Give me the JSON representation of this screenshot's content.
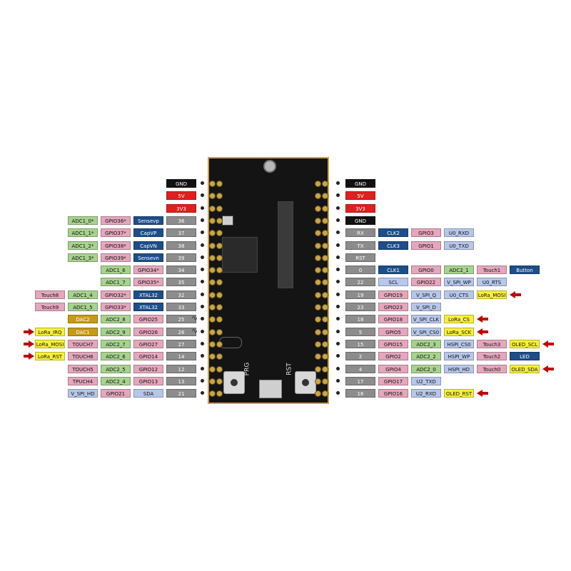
{
  "colors": {
    "black": "#111111",
    "red": "#e01f1f",
    "green": "#a8d28f",
    "pink": "#e4a7bd",
    "blue": "#1d4e89",
    "gray": "#8c8c8c",
    "lightblue": "#b7c7ea",
    "yellow": "#f7f03a",
    "olive": "#c79a16",
    "arrow": "#c00000"
  },
  "left_rows": [
    {
      "labels": [
        {
          "text": "GND",
          "c": "black"
        }
      ]
    },
    {
      "labels": [
        {
          "text": "5V",
          "c": "red"
        }
      ]
    },
    {
      "labels": [
        {
          "text": "3V3",
          "c": "red"
        }
      ]
    },
    {
      "labels": [
        {
          "text": "ADC1_0*",
          "c": "green"
        },
        {
          "text": "GPIO36*",
          "c": "pink"
        },
        {
          "text": "Sensevp",
          "c": "blue"
        },
        {
          "text": "36",
          "c": "gray"
        }
      ]
    },
    {
      "labels": [
        {
          "text": "ADC1_1*",
          "c": "green"
        },
        {
          "text": "GPIO37*",
          "c": "pink"
        },
        {
          "text": "CapVP",
          "c": "blue"
        },
        {
          "text": "37",
          "c": "gray"
        }
      ]
    },
    {
      "labels": [
        {
          "text": "ADC1_2*",
          "c": "green"
        },
        {
          "text": "GPIO38*",
          "c": "pink"
        },
        {
          "text": "CapVN",
          "c": "blue"
        },
        {
          "text": "38",
          "c": "gray"
        }
      ]
    },
    {
      "labels": [
        {
          "text": "ADC1_3*",
          "c": "green"
        },
        {
          "text": "GPIO39*",
          "c": "pink"
        },
        {
          "text": "Sensevn",
          "c": "blue"
        },
        {
          "text": "39",
          "c": "gray"
        }
      ]
    },
    {
      "labels": [
        {
          "text": "ADC1_6",
          "c": "green"
        },
        {
          "text": "GPIO34*",
          "c": "pink"
        },
        {
          "text": "34",
          "c": "gray"
        }
      ]
    },
    {
      "labels": [
        {
          "text": "ADC1_7",
          "c": "green"
        },
        {
          "text": "GPIO35*",
          "c": "pink"
        },
        {
          "text": "35",
          "c": "gray"
        }
      ]
    },
    {
      "labels": [
        {
          "text": "Touch8",
          "c": "pink"
        },
        {
          "text": "ADC1_4",
          "c": "green"
        },
        {
          "text": "GPIO32*",
          "c": "pink"
        },
        {
          "text": "XTAL32",
          "c": "blue"
        },
        {
          "text": "32",
          "c": "gray"
        }
      ]
    },
    {
      "labels": [
        {
          "text": "Touch9",
          "c": "pink"
        },
        {
          "text": "ADC1_5",
          "c": "green"
        },
        {
          "text": "GPIO33*",
          "c": "pink"
        },
        {
          "text": "XTAL32",
          "c": "blue"
        },
        {
          "text": "33",
          "c": "gray"
        }
      ]
    },
    {
      "labels": [
        {
          "text": "DAC2",
          "c": "olive"
        },
        {
          "text": "ADC2_8",
          "c": "green"
        },
        {
          "text": "GPIO25",
          "c": "pink"
        },
        {
          "text": "25",
          "c": "gray"
        }
      ],
      "wave": true
    },
    {
      "labels": [
        {
          "text": "LoRa_IRQ",
          "c": "yellow"
        },
        {
          "text": "DAC1",
          "c": "olive"
        },
        {
          "text": "ADC2_9",
          "c": "green"
        },
        {
          "text": "GPIO26",
          "c": "pink"
        },
        {
          "text": "26",
          "c": "gray"
        }
      ],
      "wave": true,
      "arrow": true
    },
    {
      "labels": [
        {
          "text": "LoRa_MOSI",
          "c": "yellow"
        },
        {
          "text": "TOUCH7",
          "c": "pink"
        },
        {
          "text": "ADC2_7",
          "c": "green"
        },
        {
          "text": "GPIO27",
          "c": "pink"
        },
        {
          "text": "27",
          "c": "gray"
        }
      ],
      "arrow": true
    },
    {
      "labels": [
        {
          "text": "LoRa_RST",
          "c": "yellow"
        },
        {
          "text": "TOUCH6",
          "c": "pink"
        },
        {
          "text": "ADC2_6",
          "c": "green"
        },
        {
          "text": "GPIO14",
          "c": "pink"
        },
        {
          "text": "14",
          "c": "gray"
        }
      ],
      "arrow": true
    },
    {
      "labels": [
        {
          "text": "TOUCH5",
          "c": "pink"
        },
        {
          "text": "ADC2_5",
          "c": "green"
        },
        {
          "text": "GPIO12",
          "c": "pink"
        },
        {
          "text": "12",
          "c": "gray"
        }
      ]
    },
    {
      "labels": [
        {
          "text": "TPUCH4",
          "c": "pink"
        },
        {
          "text": "ADC2_4",
          "c": "green"
        },
        {
          "text": "GPIO13",
          "c": "pink"
        },
        {
          "text": "13",
          "c": "gray"
        }
      ]
    },
    {
      "labels": [
        {
          "text": "V_SPI_HD",
          "c": "lightblue"
        },
        {
          "text": "GPIO21",
          "c": "pink"
        },
        {
          "text": "SDA",
          "c": "lightblue"
        },
        {
          "text": "21",
          "c": "gray"
        }
      ]
    }
  ],
  "right_rows": [
    {
      "labels": [
        {
          "text": "GND",
          "c": "black"
        }
      ]
    },
    {
      "labels": [
        {
          "text": "5V",
          "c": "red"
        }
      ]
    },
    {
      "labels": [
        {
          "text": "3V3",
          "c": "red"
        }
      ]
    },
    {
      "labels": [
        {
          "text": "GND",
          "c": "black"
        }
      ]
    },
    {
      "labels": [
        {
          "text": "RX",
          "c": "gray"
        },
        {
          "text": "CLK2",
          "c": "blue"
        },
        {
          "text": "GPIO3",
          "c": "pink"
        },
        {
          "text": "U0_RXD",
          "c": "lightblue"
        }
      ]
    },
    {
      "labels": [
        {
          "text": "TX",
          "c": "gray"
        },
        {
          "text": "CLK3",
          "c": "blue"
        },
        {
          "text": "GPIO1",
          "c": "pink"
        },
        {
          "text": "U0_TXD",
          "c": "lightblue"
        }
      ]
    },
    {
      "labels": [
        {
          "text": "RST",
          "c": "gray"
        }
      ]
    },
    {
      "labels": [
        {
          "text": "0",
          "c": "gray"
        },
        {
          "text": "CLK1",
          "c": "blue"
        },
        {
          "text": "GPIO0",
          "c": "pink"
        },
        {
          "text": "ADC2_1",
          "c": "green"
        },
        {
          "text": "Touch1",
          "c": "pink"
        },
        {
          "text": "Button",
          "c": "blue"
        }
      ]
    },
    {
      "labels": [
        {
          "text": "22",
          "c": "gray"
        },
        {
          "text": "SCL",
          "c": "lightblue"
        },
        {
          "text": "GPIO22",
          "c": "pink"
        },
        {
          "text": "V_SPI_WP",
          "c": "lightblue"
        },
        {
          "text": "U0_RTS",
          "c": "lightblue"
        }
      ]
    },
    {
      "labels": [
        {
          "text": "19",
          "c": "gray"
        },
        {
          "text": "GPIO19",
          "c": "pink"
        },
        {
          "text": "V_SPI_Q",
          "c": "lightblue"
        },
        {
          "text": "U0_CTS",
          "c": "lightblue"
        },
        {
          "text": "LoRa_MOSI",
          "c": "yellow"
        }
      ],
      "arrow": true
    },
    {
      "labels": [
        {
          "text": "23",
          "c": "gray"
        },
        {
          "text": "GPIO23",
          "c": "pink"
        },
        {
          "text": "V_SPI_D",
          "c": "lightblue"
        }
      ]
    },
    {
      "labels": [
        {
          "text": "18",
          "c": "gray"
        },
        {
          "text": "GPIO18",
          "c": "pink"
        },
        {
          "text": "V_SPI_CLK",
          "c": "lightblue"
        },
        {
          "text": "LoRa_CS",
          "c": "yellow"
        }
      ],
      "arrow": true
    },
    {
      "labels": [
        {
          "text": "5",
          "c": "gray"
        },
        {
          "text": "GPIO5",
          "c": "pink"
        },
        {
          "text": "V_SPI_CS0",
          "c": "lightblue"
        },
        {
          "text": "LoRa_SCK",
          "c": "yellow"
        }
      ],
      "arrow": true
    },
    {
      "labels": [
        {
          "text": "15",
          "c": "gray"
        },
        {
          "text": "GPIO15",
          "c": "pink"
        },
        {
          "text": "ADC2_3",
          "c": "green"
        },
        {
          "text": "HSPI_CS0",
          "c": "lightblue"
        },
        {
          "text": "Touch3",
          "c": "pink"
        },
        {
          "text": "OLED_SCL",
          "c": "yellow"
        }
      ],
      "arrow": true
    },
    {
      "labels": [
        {
          "text": "2",
          "c": "gray"
        },
        {
          "text": "GPIO2",
          "c": "pink"
        },
        {
          "text": "ADC2_2",
          "c": "green"
        },
        {
          "text": "HSPI_WP",
          "c": "lightblue"
        },
        {
          "text": "Touch2",
          "c": "pink"
        },
        {
          "text": "LED",
          "c": "blue"
        }
      ]
    },
    {
      "labels": [
        {
          "text": "4",
          "c": "gray"
        },
        {
          "text": "GPIO4",
          "c": "pink"
        },
        {
          "text": "ADC2_0",
          "c": "green"
        },
        {
          "text": "HSPI_HD",
          "c": "lightblue"
        },
        {
          "text": "Touch0",
          "c": "pink"
        },
        {
          "text": "OLED_SDA",
          "c": "yellow"
        }
      ],
      "arrow": true
    },
    {
      "labels": [
        {
          "text": "17",
          "c": "gray"
        },
        {
          "text": "GPIO17",
          "c": "pink"
        },
        {
          "text": "U2_TXD",
          "c": "lightblue"
        }
      ]
    },
    {
      "labels": [
        {
          "text": "16",
          "c": "gray"
        },
        {
          "text": "GPIO16",
          "c": "pink"
        },
        {
          "text": "U2_RXD",
          "c": "lightblue"
        },
        {
          "text": "OLED_RST",
          "c": "yellow"
        }
      ],
      "arrow": true
    }
  ],
  "board": {
    "label_prg": "PRG",
    "label_rst": "RST"
  }
}
